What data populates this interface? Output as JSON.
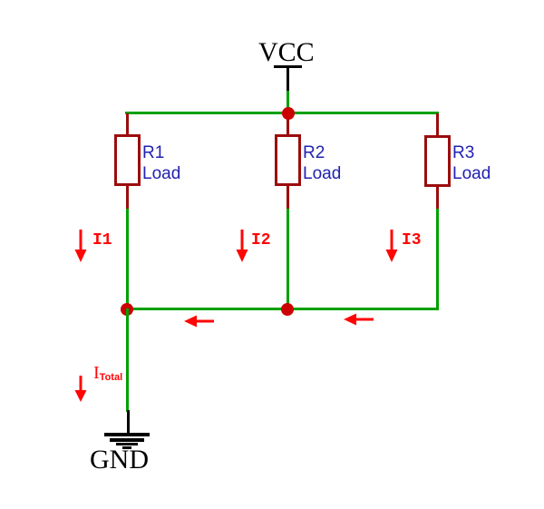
{
  "colors": {
    "background": "#FFFFFF",
    "wire": "#00A000",
    "component": "#9B0D0D",
    "junction": "#CC0000",
    "label": "#2222B2",
    "annotation": "#FF0505",
    "symbol": "#000000"
  },
  "power": {
    "vcc": "VCC",
    "gnd": "GND"
  },
  "resistors": [
    {
      "ref": "R1",
      "value": "Load"
    },
    {
      "ref": "R2",
      "value": "Load"
    },
    {
      "ref": "R3",
      "value": "Load"
    }
  ],
  "currents": {
    "branch": [
      "I1",
      "I2",
      "I3"
    ],
    "total": {
      "base": "I",
      "subscript": "Total"
    }
  }
}
